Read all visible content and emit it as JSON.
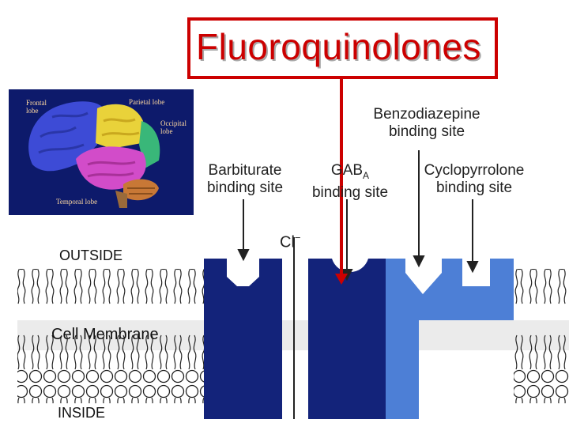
{
  "title": "Fluoroquinolones",
  "labels": {
    "benzodiazepine": [
      "Benzodiazepine",
      "binding site"
    ],
    "barbiturate": [
      "Barbiturate",
      "binding site"
    ],
    "gaba": [
      "GAB",
      "binding site"
    ],
    "gaba_subscript": "A",
    "cyclopyrrolone": [
      "Cyclopyrrolone",
      "binding site"
    ],
    "chloride": "Cl",
    "chloride_superscript": "−",
    "outside": "OUTSIDE",
    "cell_membrane": "Cell Membrane",
    "inside": "INSIDE"
  },
  "brain_labels": {
    "frontal": [
      "Frontal",
      "lobe"
    ],
    "parietal": "Parietal lobe",
    "occipital": [
      "Occipital",
      "lobe"
    ],
    "temporal": "Temporal lobe"
  },
  "colors": {
    "title_red": "#cc0000",
    "receptor_dark_blue": "#13237a",
    "receptor_light_blue": "#4d7fd6",
    "membrane_band": "#ebebeb"
  }
}
